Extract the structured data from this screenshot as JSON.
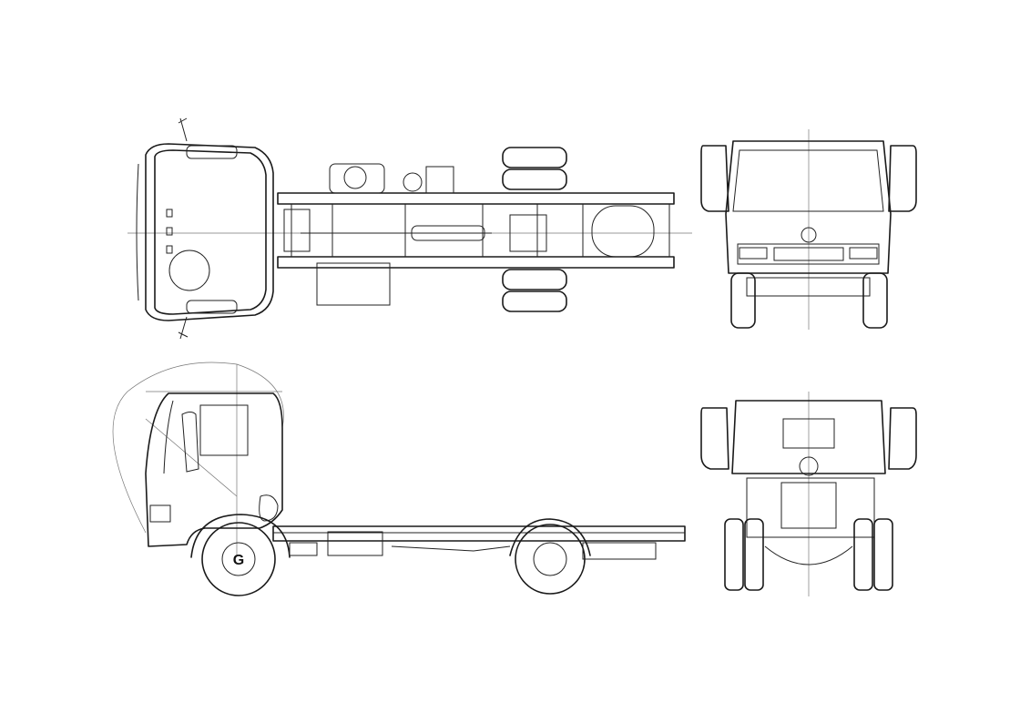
{
  "diagram": {
    "wheel_marker": "G",
    "views": [
      "top-view",
      "front-view",
      "side-view",
      "rear-view"
    ]
  }
}
